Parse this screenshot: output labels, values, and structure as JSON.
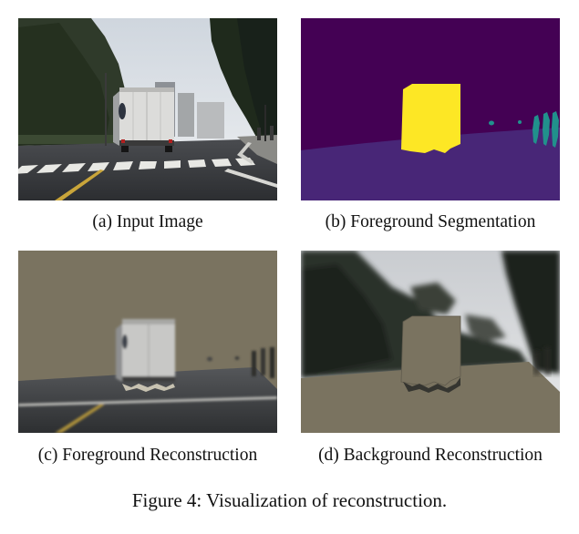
{
  "panels": [
    {
      "id": "a",
      "caption": "(a) Input Image"
    },
    {
      "id": "b",
      "caption": "(b) Foreground Segmentation"
    },
    {
      "id": "c",
      "caption": "(c) Foreground Reconstruction"
    },
    {
      "id": "d",
      "caption": "(d) Background Reconstruction"
    }
  ],
  "figure_caption": "Figure 4: Visualization of reconstruction.",
  "colors": {
    "segmentation_background": "#440154",
    "segmentation_road": "#482677",
    "segmentation_vehicle": "#fde725",
    "segmentation_pedestrian": "#21918c",
    "reconstruction_fill": "#7a7360"
  }
}
